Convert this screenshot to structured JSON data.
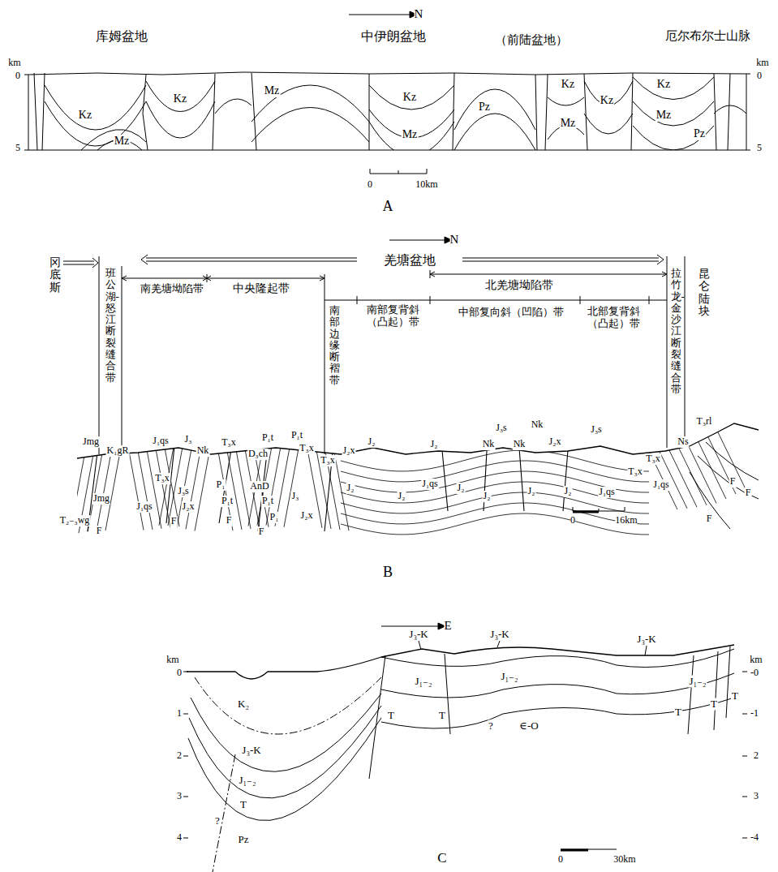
{
  "diagram": {
    "labels": [
      "N",
      "库姆盆地",
      "中伊朗盆地",
      "（前陆盆地）",
      "厄尔布尔士山脉",
      "km",
      "0",
      "5",
      "km",
      "0",
      "5",
      "Kz",
      "Mz",
      "Kz",
      "Mz",
      "Kz",
      "Mz",
      "Pz",
      "Mz",
      "Kz",
      "Kz",
      "Kz",
      "Mz",
      "Pz",
      "0",
      "10km",
      "A",
      "N",
      "冈底斯",
      "班公湖-怒江断裂缝合带",
      "南羌塘坳陷带",
      "中央隆起带",
      "羌塘盆地",
      "南部边缘断褶带",
      "南部复背斜（凸起）带",
      "北羌塘坳陷带",
      "中部复向斜（凹陷）带",
      "北部复背斜（凸起）带",
      "拉竹龙-金沙江断裂缝合带",
      "昆仑陆块",
      "Jmg",
      "K₁gR",
      "J₁qs",
      "J₃",
      "Nk",
      "T₃x",
      "P₁t",
      "D₃ch",
      "P₁t",
      "T₃x",
      "T₃x",
      "J₂x",
      "Jmg",
      "T₃x",
      "J₃s",
      "J₁qs",
      "J₂x",
      "P₁",
      "P₁t",
      "AnD",
      "P₁t",
      "P₁",
      "J₃",
      "J₂x",
      "T₂₋₃wg",
      "F",
      "F",
      "F",
      "F",
      "J₂",
      "J₂",
      "J₃s",
      "Nk",
      "Nk",
      "Nk",
      "J₂x",
      "J₃s",
      "J₂",
      "J₂",
      "J₁qs",
      "J₂",
      "J₂",
      "J₂",
      "J₂",
      "J₁qs",
      "T₃x",
      "T₃x",
      "J₁qs",
      "Ns",
      "T₃rl",
      "F",
      "F",
      "F",
      "0",
      "16km",
      "B",
      "E",
      "km",
      "0",
      "1",
      "2",
      "3",
      "4",
      "km",
      "-0",
      "-1",
      "2",
      "3",
      "-4",
      "K₂",
      "J₃-K",
      "J₁₋₂",
      "T",
      "?",
      "Pz",
      "J₃-K",
      "J₁₋₂",
      "T",
      "T",
      "J₃-K",
      "J₁₋₂",
      "?",
      "∈-O",
      "J₃-K",
      "J₁₋₂",
      "T",
      "T",
      "T",
      "0",
      "30km",
      "C"
    ]
  }
}
